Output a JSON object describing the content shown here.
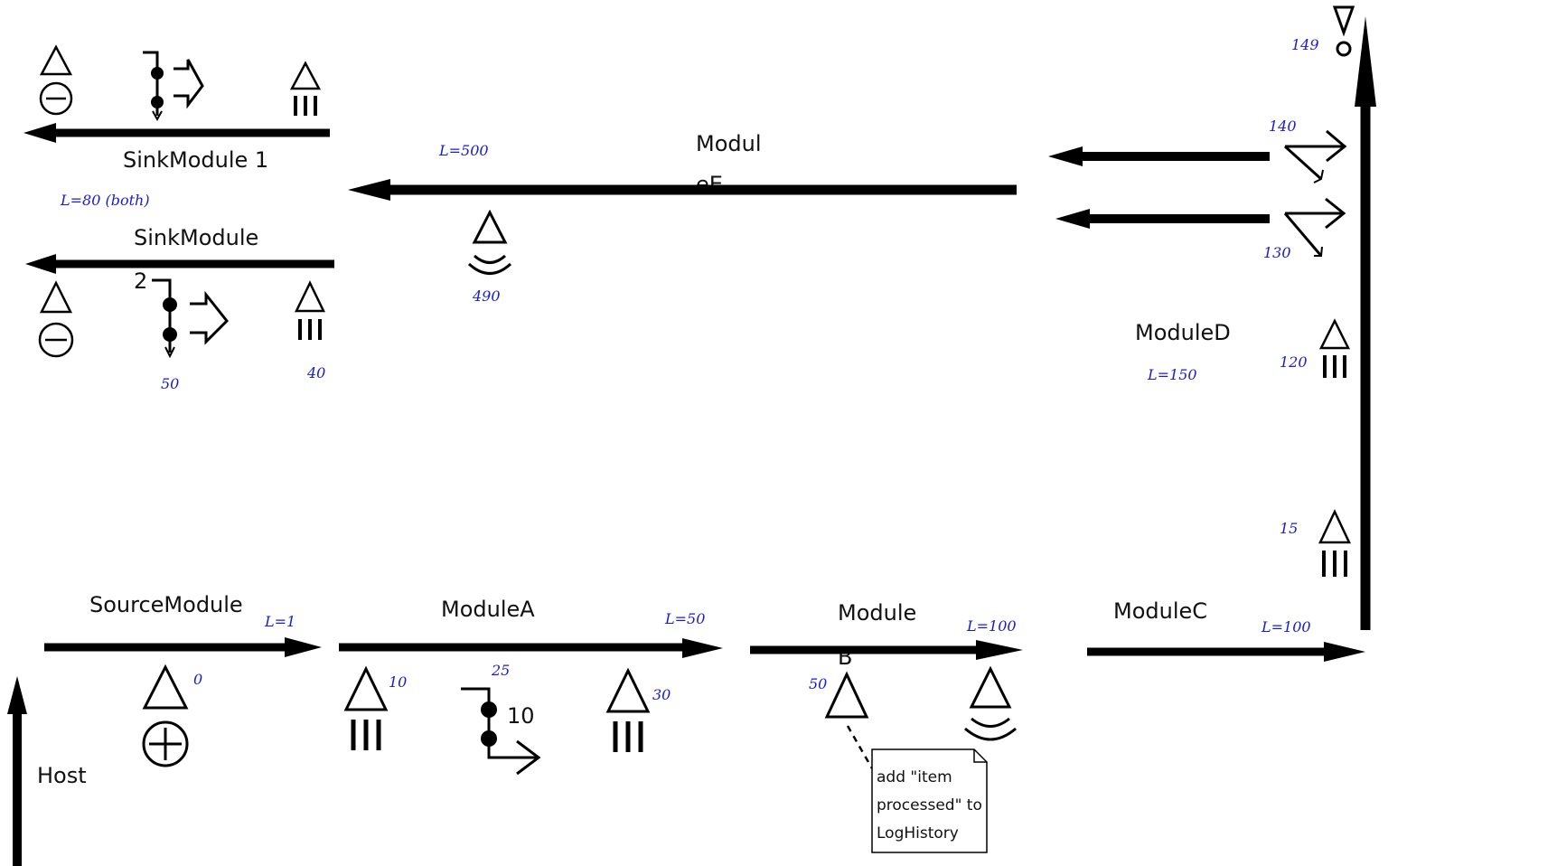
{
  "modules": {
    "sink1": "SinkModule 1",
    "sink2_a": "SinkModule",
    "sink2_b": "2",
    "module_e_a": "Modul",
    "module_e_b": "eE",
    "module_d": "ModuleD",
    "source": "SourceModule",
    "module_a": "ModuleA",
    "module_b_a": "Module",
    "module_b_b": "B",
    "module_c": "ModuleC",
    "host": "Host"
  },
  "lengths": {
    "e": "L=500",
    "sinks": "L=80 (both)",
    "d": "L=150",
    "source": "L=1",
    "a": "L=50",
    "b": "L=100",
    "c": "L=100"
  },
  "positions": {
    "p149": "149",
    "p140": "140",
    "p130": "130",
    "p120": "120",
    "p15": "15",
    "p490": "490",
    "p50_sink": "50",
    "p40": "40",
    "p0": "0",
    "p10": "10",
    "p25": "25",
    "p30": "30",
    "p50_b": "50"
  },
  "split_count": "10",
  "note": {
    "line1": "add \"item",
    "line2": "processed\" to",
    "line3": "LogHistory"
  }
}
